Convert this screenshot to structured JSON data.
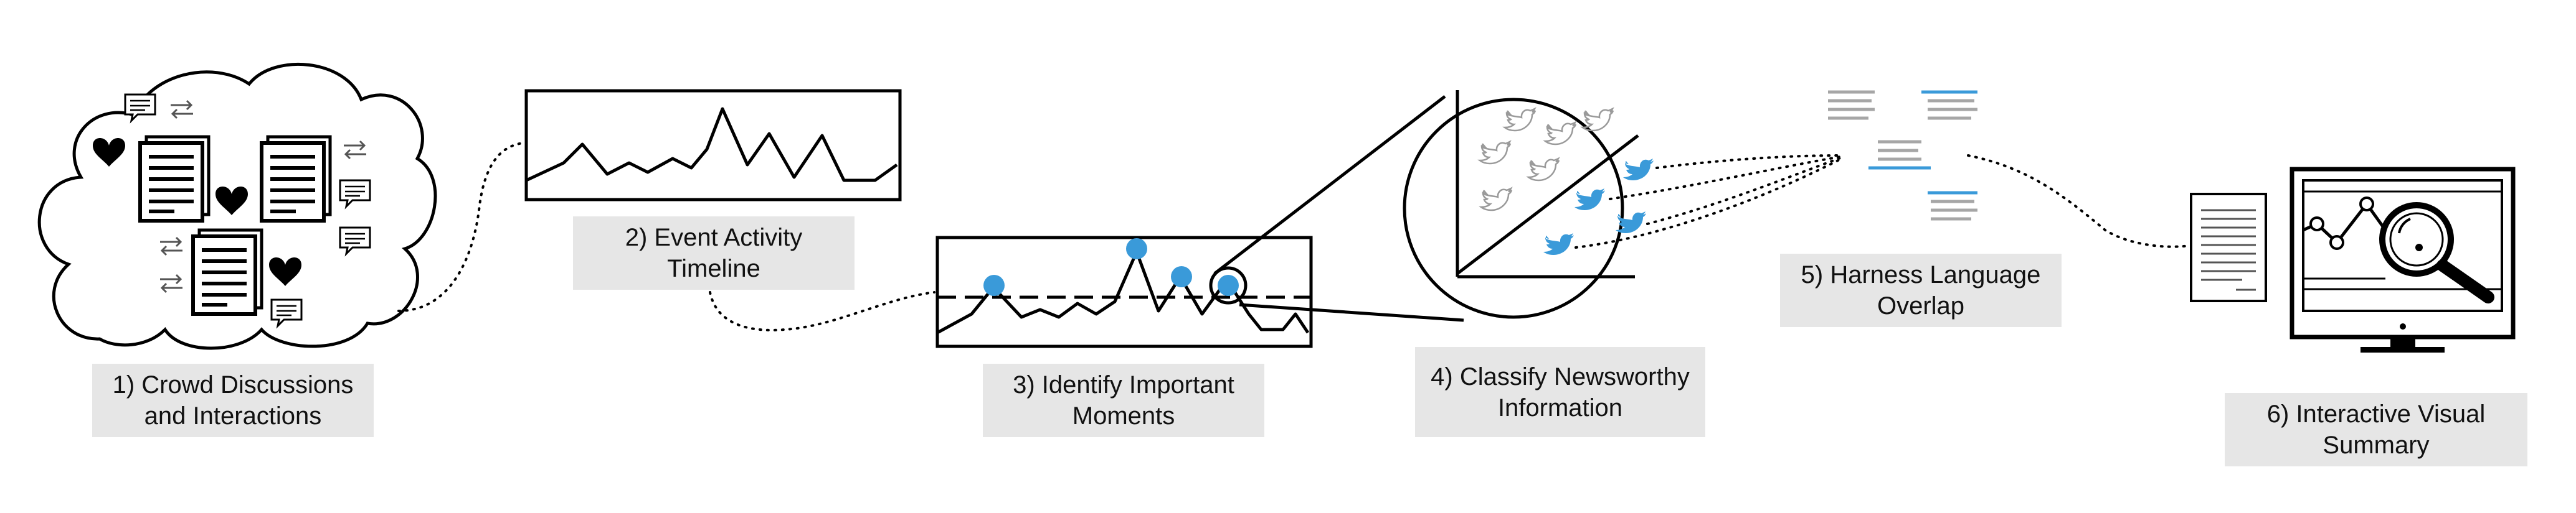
{
  "stages": [
    {
      "line1": "1) Crowd Discussions",
      "line2": "and Interactions"
    },
    {
      "line1": "2) Event Activity",
      "line2": "Timeline"
    },
    {
      "line1": "3) Identify Important",
      "line2": "Moments"
    },
    {
      "line1": "4) Classify Newsworthy",
      "line2": "Information"
    },
    {
      "line1": "5) Harness Language",
      "line2": "Overlap"
    },
    {
      "line1": "6) Interactive Visual",
      "line2": "Summary"
    }
  ],
  "colors": {
    "accent_blue": "#3a9ad9",
    "ink": "#000000",
    "label_bg": "#e6e6e6",
    "gray_bird": "#9a9a9a",
    "gray_lines": "#a6a6a6"
  },
  "icons": [
    "cloud-icon",
    "document-icon",
    "heart-icon",
    "retweet-icon",
    "comment-icon",
    "twitter-bird-icon",
    "monitor-icon",
    "magnifier-icon"
  ]
}
